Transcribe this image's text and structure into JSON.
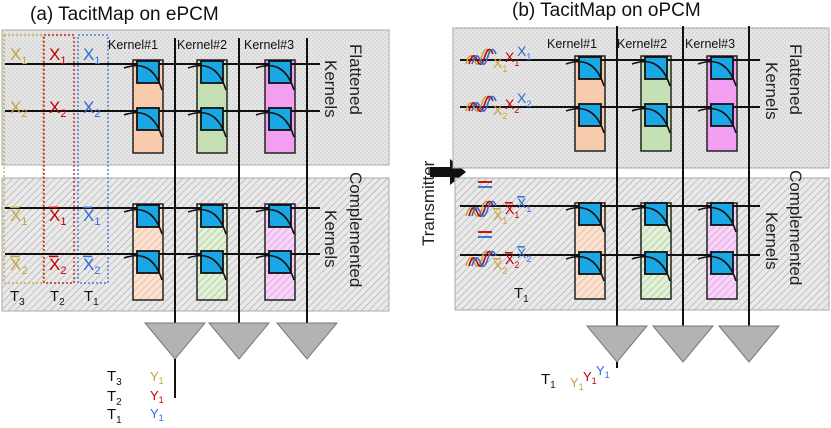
{
  "panels": {
    "a_title": "(a) TacitMap on ePCM",
    "b_title": "(b) TacitMap on oPCM"
  },
  "kernels": [
    "Kernel#1",
    "Kernel#2",
    "Kernel#3"
  ],
  "sections": {
    "flattened": [
      "Flattened",
      "Kernels"
    ],
    "complemented": [
      "Complemented",
      "Kernels"
    ]
  },
  "transmitter": "Transmitter",
  "inputs": {
    "x1": "X",
    "x1_sub": "1",
    "x2": "X",
    "x2_sub": "2"
  },
  "time_labels": {
    "t3": "T",
    "t3_sub": "3",
    "t2": "T",
    "t2_sub": "2",
    "t1": "T",
    "t1_sub": "1"
  },
  "outputs": {
    "y": "Y",
    "y_sub": "1"
  },
  "colors": {
    "gold": "#c8a23a",
    "red": "#c00000",
    "blue": "#2e6bd6",
    "cell_blue": "#1aa7e6",
    "k1": "#f8cbad",
    "k2": "#c5e0b4",
    "k3": "#f29ff2",
    "hatch_bg": "#e4e4e4"
  }
}
